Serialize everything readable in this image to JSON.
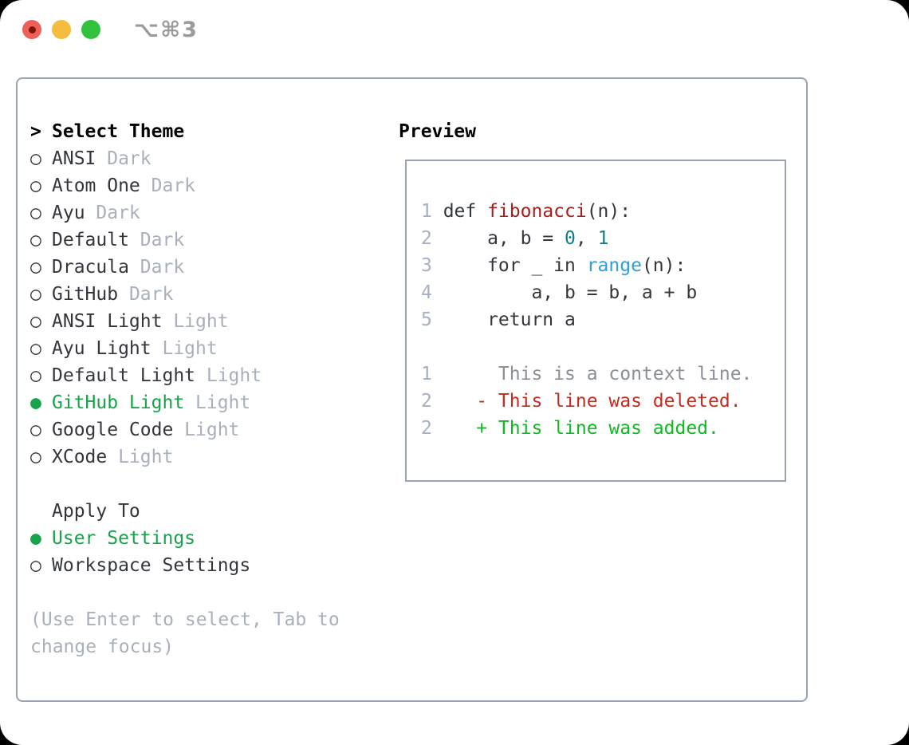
{
  "window": {
    "title": "⌥⌘3"
  },
  "colors": {
    "accent_green": "#17a24b",
    "added_green": "#12b724",
    "deleted_red": "#c52b1e",
    "function_red": "#a61f1f",
    "number_teal": "#0e7e8a",
    "builtin_blue": "#2f9fd5",
    "text_dark": "#33373d",
    "muted": "#a8b0bc",
    "line_number": "#a6b0c3",
    "context_gray": "#8b9097",
    "border_gray": "#9aa3b0",
    "title_gray": "#9a9a9a",
    "traffic_red": "#ee5f57",
    "traffic_red_dot": "#7c150d",
    "traffic_yellow": "#f5bd3f",
    "traffic_green": "#31c33e"
  },
  "theme_picker": {
    "cursor": ">",
    "header": "Select Theme",
    "radio_unselected": "○",
    "radio_selected": "●",
    "items": [
      {
        "label": "ANSI",
        "tag": "Dark",
        "selected": false
      },
      {
        "label": "Atom One",
        "tag": "Dark",
        "selected": false
      },
      {
        "label": "Ayu",
        "tag": "Dark",
        "selected": false
      },
      {
        "label": "Default",
        "tag": "Dark",
        "selected": false
      },
      {
        "label": "Dracula",
        "tag": "Dark",
        "selected": false
      },
      {
        "label": "GitHub",
        "tag": "Dark",
        "selected": false
      },
      {
        "label": "ANSI Light",
        "tag": "Light",
        "selected": false
      },
      {
        "label": "Ayu Light",
        "tag": "Light",
        "selected": false
      },
      {
        "label": "Default Light",
        "tag": "Light",
        "selected": false
      },
      {
        "label": "GitHub Light",
        "tag": "Light",
        "selected": true
      },
      {
        "label": "Google Code",
        "tag": "Light",
        "selected": false
      },
      {
        "label": "XCode",
        "tag": "Light",
        "selected": false
      }
    ]
  },
  "apply_to": {
    "header": "Apply To",
    "items": [
      {
        "label": "User Settings",
        "selected": true
      },
      {
        "label": "Workspace Settings",
        "selected": false
      }
    ]
  },
  "hint": "(Use Enter to select, Tab to change focus)",
  "preview": {
    "title": "Preview",
    "code_lines": [
      {
        "num": "1",
        "tokens": [
          [
            "code",
            "def "
          ],
          [
            "fn",
            "fibonacci"
          ],
          [
            "code",
            "(n):"
          ]
        ]
      },
      {
        "num": "2",
        "tokens": [
          [
            "code",
            "    a, b = "
          ],
          [
            "num",
            "0"
          ],
          [
            "code",
            ", "
          ],
          [
            "num",
            "1"
          ]
        ]
      },
      {
        "num": "3",
        "tokens": [
          [
            "code",
            "    for _ in "
          ],
          [
            "bi",
            "range"
          ],
          [
            "code",
            "(n):"
          ]
        ]
      },
      {
        "num": "4",
        "tokens": [
          [
            "code",
            "        a, b = b, a + b"
          ]
        ]
      },
      {
        "num": "5",
        "tokens": [
          [
            "code",
            "    return a"
          ]
        ]
      }
    ],
    "diff_lines": [
      {
        "num": "1",
        "tokens": [
          [
            "ctx",
            "     This is a context line."
          ]
        ]
      },
      {
        "num": "2",
        "tokens": [
          [
            "del",
            "   - This line was deleted."
          ]
        ]
      },
      {
        "num": "2",
        "tokens": [
          [
            "add",
            "   + This line was added."
          ]
        ]
      }
    ]
  }
}
